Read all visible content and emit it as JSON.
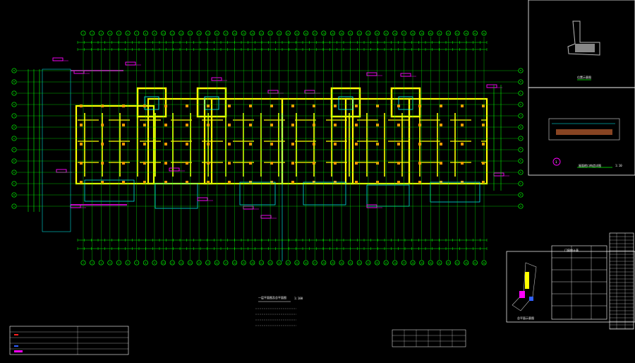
{
  "colors": {
    "background": "#000000",
    "axis": "#00ff00",
    "wall": "#ffff00",
    "column": "#ff9900",
    "tag": "#ff00ff",
    "thin": "#00ffff",
    "text": "#ffffff",
    "frame": "#ffffff",
    "red": "#ff2020",
    "blue": "#3060ff"
  },
  "drawing": {
    "top_axis_numbers": [
      "1",
      "2",
      "3",
      "4",
      "5",
      "6",
      "7",
      "8",
      "9",
      "10",
      "11",
      "12",
      "13",
      "14",
      "15",
      "16",
      "17",
      "18",
      "19",
      "20",
      "21",
      "22",
      "23",
      "24",
      "25",
      "26",
      "27",
      "28",
      "29",
      "30",
      "31",
      "32",
      "33",
      "34",
      "35",
      "36",
      "37",
      "38",
      "39",
      "40",
      "41",
      "42",
      "43",
      "44",
      "45",
      "46"
    ],
    "bottom_axis_numbers": [
      "1",
      "2",
      "3",
      "4",
      "5",
      "6",
      "7",
      "8",
      "9",
      "10",
      "11",
      "12",
      "13",
      "14",
      "15",
      "16",
      "17",
      "18",
      "19",
      "20",
      "21",
      "22",
      "23",
      "24",
      "25",
      "26",
      "27",
      "28",
      "29",
      "30",
      "31",
      "32",
      "33",
      "34",
      "35",
      "36",
      "37",
      "38",
      "39",
      "40",
      "41",
      "42",
      "43",
      "44",
      "45",
      "46"
    ],
    "left_axis_letters": [
      "N",
      "M",
      "L",
      "K",
      "J",
      "H",
      "G",
      "F",
      "E",
      "D",
      "C",
      "B",
      "A"
    ],
    "right_axis_letters": [
      "N",
      "M",
      "L",
      "K",
      "J",
      "H",
      "G",
      "F",
      "E",
      "D",
      "C",
      "B",
      "A"
    ],
    "main_title": "一层平面图及总平面图",
    "scale_note": "1:100",
    "notes": [
      "",
      "",
      "",
      ""
    ]
  },
  "panels": {
    "top_right_title": "位置示意图",
    "mid_right_title": "屋面檐口构造详图",
    "mid_right_scale": "1:10",
    "mid_right_index": "1",
    "bottom_right_title": "门窗统计表",
    "key_plan_title": "总平面示意图"
  }
}
